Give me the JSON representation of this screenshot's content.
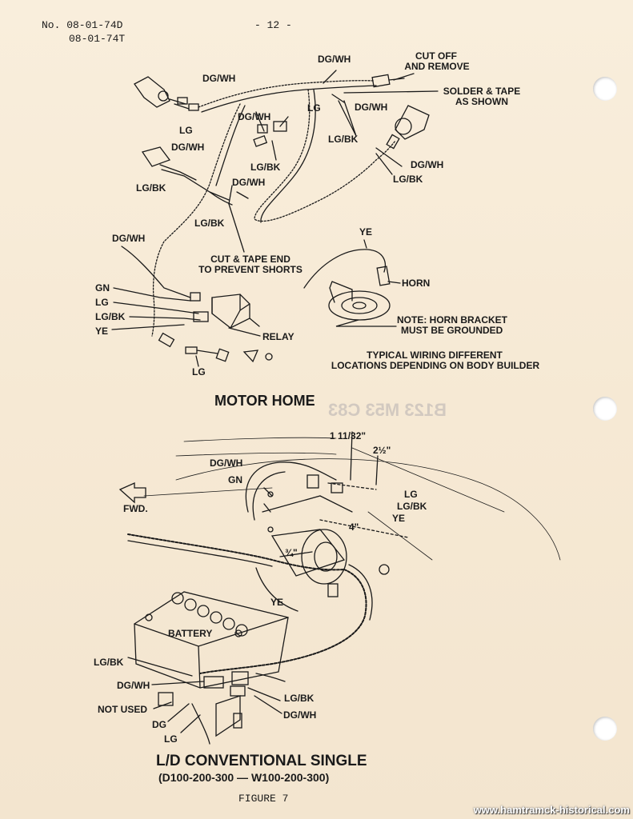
{
  "header": {
    "doc_number": "No. 08-01-74D",
    "doc_number_2": "08-01-74T",
    "page_number": "- 12 -"
  },
  "motor_home": {
    "title": "MOTOR HOME",
    "labels": {
      "dgwh_top": "DG/WH",
      "cut_off": "CUT OFF",
      "and_remove": "AND REMOVE",
      "solder_tape": "SOLDER & TAPE",
      "as_shown": "AS SHOWN",
      "dgwh_left": "DG/WH",
      "lg_a": "LG",
      "lg_b": "LG",
      "dgwh_mid": "DG/WH",
      "dgwh_mid2": "DG/WH",
      "lgbk_a": "LG/BK",
      "lgbk_b": "LG/BK",
      "dgwh_right": "DG/WH",
      "lgbk_right": "LG/BK",
      "dgwh_c": "DG/WH",
      "lgbk_c": "LG/BK",
      "lgbk_d": "LG/BK",
      "dgwh_relay": "DG/WH",
      "cut_tape_1": "CUT & TAPE END",
      "cut_tape_2": "TO PREVENT SHORTS",
      "ye_top": "YE",
      "horn": "HORN",
      "gn": "GN",
      "lg_relay": "LG",
      "lgbk_relay": "LG/BK",
      "ye_relay": "YE",
      "relay": "RELAY",
      "note_1": "NOTE: HORN BRACKET",
      "note_2": "MUST BE GROUNDED",
      "typical_1": "TYPICAL WIRING DIFFERENT",
      "typical_2": "LOCATIONS DEPENDING ON BODY BUILDER",
      "lg_bottom": "LG"
    }
  },
  "conventional": {
    "title": "L/D CONVENTIONAL SINGLE",
    "subtitle": "(D100-200-300 — W100-200-300)",
    "labels": {
      "dim_1": "1 11/32\"",
      "dim_2": "2½\"",
      "dgwh": "DG/WH",
      "gn": "GN",
      "fwd": "FWD.",
      "lg": "LG",
      "lgbk": "LG/BK",
      "ye": "YE",
      "dim_4": "4\"",
      "dim_34": "¾\"",
      "ye_bottom": "YE",
      "battery": "BATTERY",
      "lgbk_left": "LG/BK",
      "dgwh_left": "DG/WH",
      "not_used": "NOT USED",
      "dg": "DG",
      "lg_bottom": "LG",
      "lgbk_right": "LG/BK",
      "dgwh_right": "DG/WH"
    }
  },
  "figure_label": "FIGURE 7",
  "watermark": "www.hamtramck-historical.com",
  "colors": {
    "paper": "#f7ecd9",
    "ink": "#1a1a1a"
  }
}
